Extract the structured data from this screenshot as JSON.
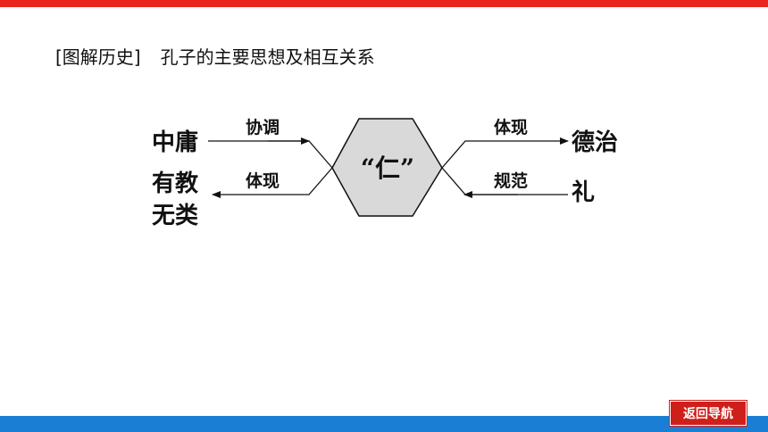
{
  "header": {
    "tag": "[图解历史]",
    "title": "孔子的主要思想及相互关系"
  },
  "diagram": {
    "center": "“仁”",
    "nodes": {
      "zhongyong": "中庸",
      "youjiao_line1": "有教",
      "youjiao_line2": "无类",
      "dezhi": "德治",
      "li": "礼"
    },
    "edges": {
      "xietiao": "协调",
      "tixian_left": "体现",
      "tixian_right": "体现",
      "guifan": "规范"
    }
  },
  "nav": {
    "back_label": "返回导航"
  },
  "colors": {
    "top_bar": "#e8261f",
    "bottom_bar": "#1a7fd4",
    "hexagon_fill": "#d9d9d9",
    "nav_button": "#cf1f1a"
  }
}
